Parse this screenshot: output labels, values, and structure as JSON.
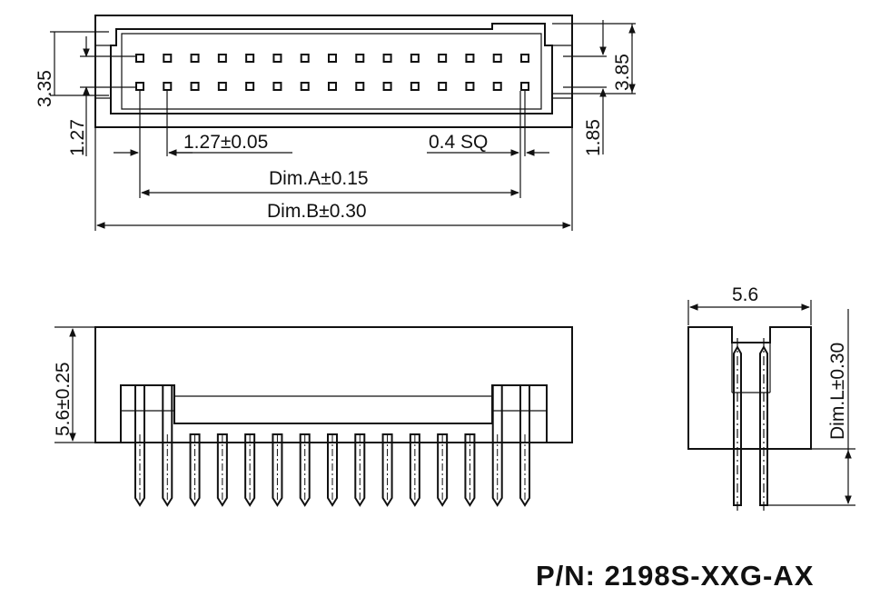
{
  "dimensions": {
    "row_height_left": "3.35",
    "row_height_right": "3.85",
    "pitch_vertical_left": "1.27",
    "offset_right": "1.85",
    "pitch": "1.27±0.05",
    "pin_square": "0.4 SQ",
    "dim_a": "Dim.A±0.15",
    "dim_b": "Dim.B±0.30",
    "height": "5.6±0.25",
    "side_width": "5.6",
    "dim_l": "Dim.L±0.30"
  },
  "part_number": "P/N: 2198S-XXG-AX",
  "pins_per_row": 15,
  "rows": 2
}
